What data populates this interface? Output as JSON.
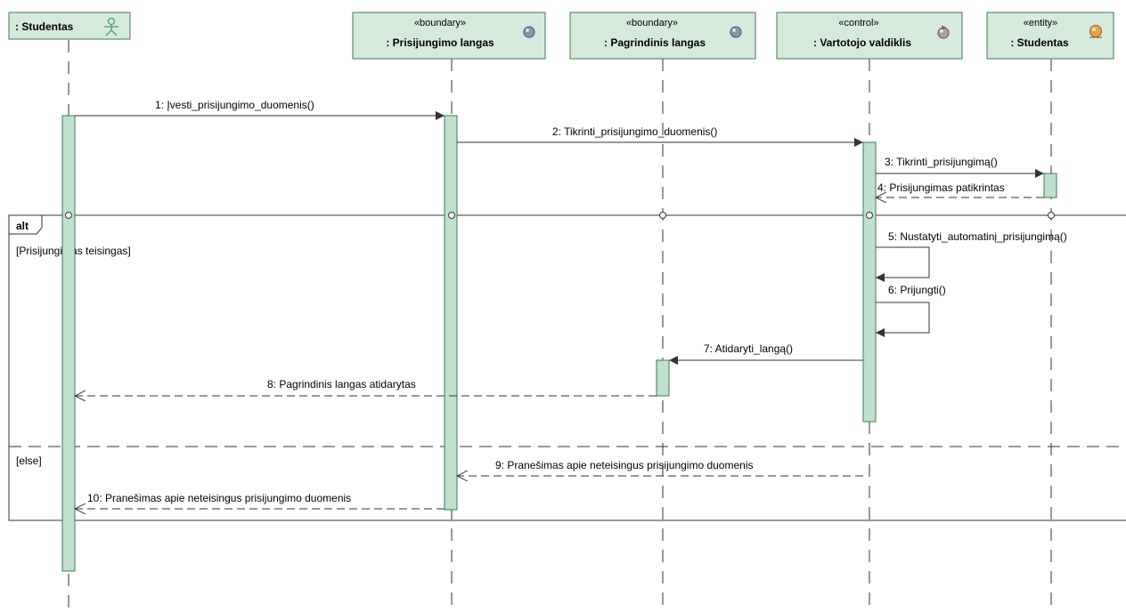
{
  "participants": [
    {
      "stereotype": "",
      "name": ": Studentas",
      "icon": "actor-icon"
    },
    {
      "stereotype": "«boundary»",
      "name": ": Prisijungimo langas",
      "icon": "boundary-icon"
    },
    {
      "stereotype": "«boundary»",
      "name": ": Pagrindinis langas",
      "icon": "boundary-icon"
    },
    {
      "stereotype": "«control»",
      "name": ": Vartotojo valdiklis",
      "icon": "control-icon"
    },
    {
      "stereotype": "«entity»",
      "name": ": Studentas",
      "icon": "entity-icon"
    }
  ],
  "messages": [
    {
      "label": "1: Įvesti_prisijungimo_duomenis()",
      "from": 0,
      "to": 1,
      "kind": "sync"
    },
    {
      "label": "2: Tikrinti_prisijungimo_duomenis()",
      "from": 1,
      "to": 3,
      "kind": "sync"
    },
    {
      "label": "3: Tikrinti_prisijungimą()",
      "from": 3,
      "to": 4,
      "kind": "sync"
    },
    {
      "label": "4: Prisijungimas patikrintas",
      "from": 4,
      "to": 3,
      "kind": "return"
    },
    {
      "label": "5: Nustatyti_automatinį_prisijungimą()",
      "from": 3,
      "to": 3,
      "kind": "self"
    },
    {
      "label": "6: Prijungti()",
      "from": 3,
      "to": 3,
      "kind": "self"
    },
    {
      "label": "7: Atidaryti_langą()",
      "from": 3,
      "to": 2,
      "kind": "sync"
    },
    {
      "label": "8: Pagrindinis langas atidarytas",
      "from": 2,
      "to": 0,
      "kind": "return"
    },
    {
      "label": "9: Pranešimas apie neteisingus prisijungimo duomenis",
      "from": 3,
      "to": 1,
      "kind": "return"
    },
    {
      "label": "10: Pranešimas apie neteisingus prisijungimo duomenis",
      "from": 1,
      "to": 0,
      "kind": "return"
    }
  ],
  "fragment": {
    "operator": "alt",
    "guards": [
      "[Prisijungimas teisingas]",
      "[else]"
    ]
  },
  "colors": {
    "header_fill": "#d6eadc",
    "header_stroke": "#3f7a57",
    "activation_fill": "#bfe0cd",
    "activation_stroke": "#3f7a57",
    "line": "#333333",
    "actor_icon": "#4f9a6e",
    "boundary_icon": "#8b93b5",
    "control_icon": "#b39aa8",
    "entity_icon": "#e6a050"
  }
}
